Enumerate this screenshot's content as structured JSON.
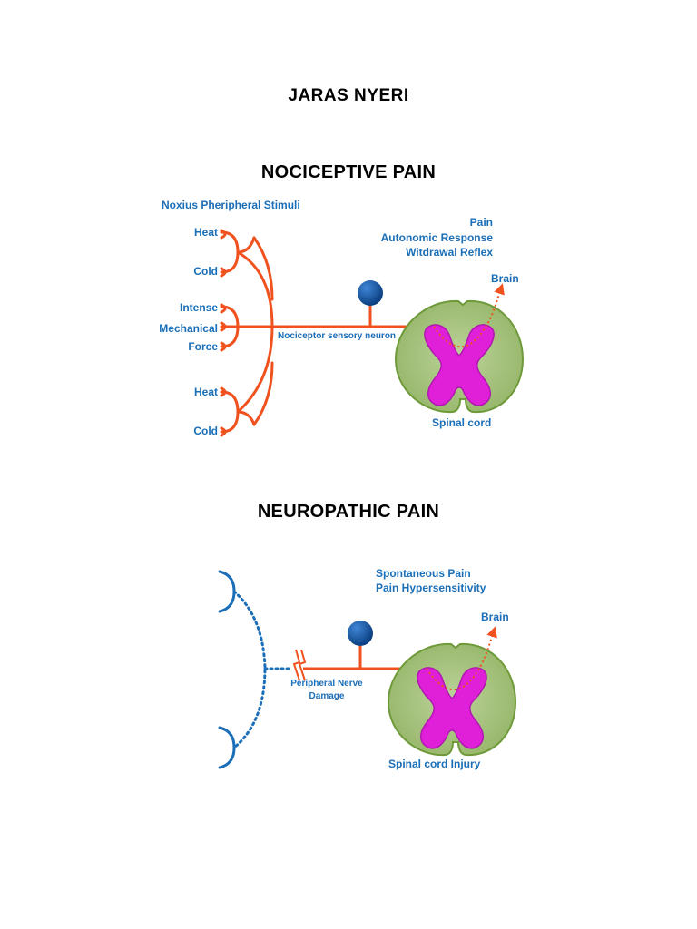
{
  "document": {
    "title": "JARAS NYERI"
  },
  "nociceptive": {
    "title": "NOCICEPTIVE PAIN",
    "stimuli_header": "Noxius Pheripheral Stimuli",
    "stimuli": [
      "Heat",
      "Cold",
      "Intense",
      "Mechanical",
      "Force",
      "Heat",
      "Cold"
    ],
    "responses": [
      "Pain",
      "Autonomic Response",
      "Witdrawal Reflex"
    ],
    "brain_label": "Brain",
    "neuron_label": "Nociceptor sensory neuron",
    "spinal_label": "Spinal cord"
  },
  "neuropathic": {
    "title": "NEUROPATHIC PAIN",
    "responses": [
      "Spontaneous Pain",
      "Pain Hypersensitivity"
    ],
    "brain_label": "Brain",
    "damage_label_line1": "Peripheral Nerve",
    "damage_label_line2": "Damage",
    "spinal_label": "Spinal cord Injury"
  },
  "colors": {
    "label_blue": "#1b6fb8",
    "nerve_orange": "#f0521f",
    "dotted_blue": "#1b6fb8",
    "spinal_green": "#a6c27a",
    "spinal_outline": "#6e9a3a",
    "grey_matter": "#e020d8",
    "neuron_body": "#0b4a92"
  }
}
